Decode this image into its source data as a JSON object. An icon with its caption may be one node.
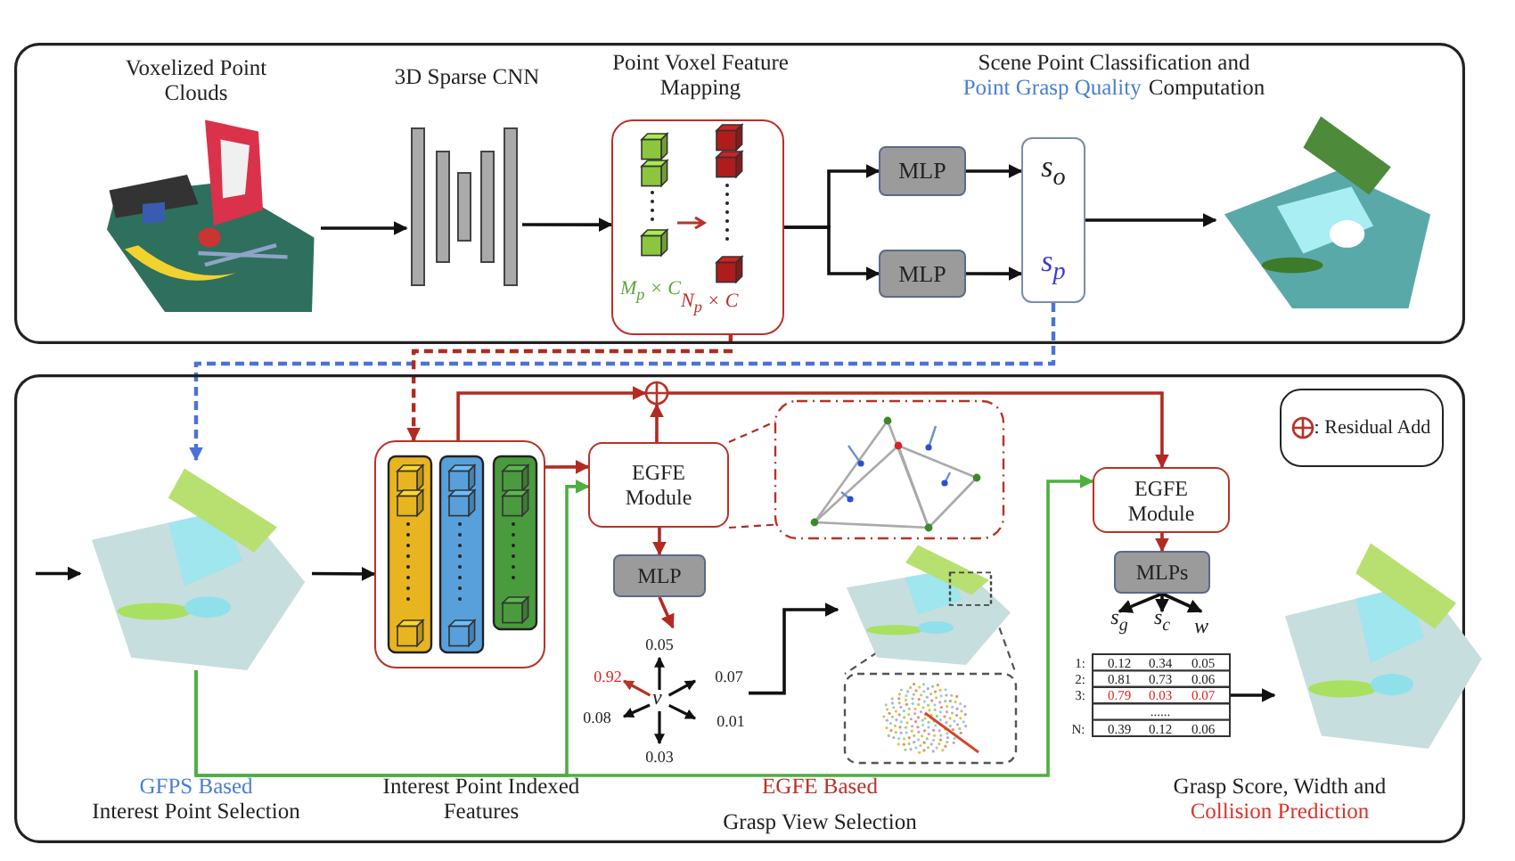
{
  "diagram": {
    "nodes": [
      {
        "text": [],
        "shape": "box"
      },
      {
        "text": [],
        "shape": "box"
      },
      {
        "text": [
          "Voxelized Point Clouds"
        ],
        "in": 0
      },
      {
        "text": [
          "3D Sparse CNN"
        ],
        "in": 0
      },
      {
        "text": [
          "Point Voxel Feature Mapping",
          "M$_{p}$ × C",
          "N$_{p}$ × C"
        ],
        "in": 0
      },
      {
        "text": [
          "MLP"
        ],
        "in": 0
      },
      {
        "text": [
          "MLP"
        ],
        "in": 0
      },
      {
        "text": [
          "s$_{o}$",
          "s$_{p}$"
        ],
        "in": 0
      },
      {
        "text": [
          "Scene Point Classification and",
          "Point Grasp Quality",
          "Computation"
        ],
        "in": 0
      },
      {
        "text": [],
        "shape": "picture",
        "beside": [
          "GFPS Based",
          "Interest Point Selection"
        ],
        "in": 1
      },
      {
        "text": [],
        "shape": "box",
        "in": 1
      },
      {
        "text": [
          "EGFE Module"
        ],
        "in": 1
      },
      {
        "text": [],
        "shape": "circle",
        "in": 1
      },
      {
        "text": [
          "MLP"
        ],
        "in": 1
      },
      {
        "text": [
          "v"
        ],
        "in": 1
      },
      {
        "text": [],
        "shape": "box",
        "in": 1
      },
      {
        "text": [],
        "shape": "picture",
        "in": 1
      },
      {
        "text": [],
        "shape": "box",
        "in": 1
      },
      {
        "text": [
          "EGFE Module"
        ],
        "in": 1
      },
      {
        "text": [
          "MLPs"
        ],
        "in": 1
      },
      {
        "text": [
          "s$_{g}$"
        ],
        "in": 1
      },
      {
        "text": [
          "s$_{c}$"
        ],
        "in": 1
      },
      {
        "text": [
          "w"
        ],
        "in": 1
      },
      {
        "text": [],
        "shape": "box",
        "in": 1
      },
      {
        "text": [],
        "shape": "picture",
        "beside": [
          "Grasp Score, Width and",
          "Collision Prediction"
        ],
        "in": 1
      }
    ],
    "edges": [
      {
        "from": 2,
        "to": 3,
        "arrow": "to"
      },
      {
        "from": 3,
        "to": 4,
        "arrow": "to"
      },
      {
        "from": 4,
        "to": 5,
        "arrow": "to"
      },
      {
        "from": 4,
        "to": 6,
        "arrow": "to"
      },
      {
        "from": 5,
        "to": 7,
        "arrow": "to"
      },
      {
        "from": 6,
        "to": 7,
        "arrow": "to"
      },
      {
        "from": 7,
        "to": 8,
        "arrow": "to"
      },
      {
        "from": 7,
        "to": 9,
        "arrow": "to",
        "style": "dashed",
        "color": "#4a72d8"
      },
      {
        "from": 4,
        "to": 10,
        "arrow": "to",
        "style": "dashed",
        "color": "#b22a22"
      },
      {
        "from": null,
        "to": 9,
        "arrow": "to"
      },
      {
        "from": 9,
        "to": 10,
        "arrow": "to"
      },
      {
        "from": 10,
        "to": 11,
        "arrow": "to",
        "color": "#b22a22"
      },
      {
        "from": 10,
        "to": 12,
        "arrow": "to",
        "color": "#b22a22"
      },
      {
        "from": 11,
        "to": 12,
        "arrow": "to",
        "color": "#b22a22"
      },
      {
        "from": 12,
        "to": 18,
        "arrow": "to",
        "color": "#b22a22"
      },
      {
        "from": 11,
        "to": 13,
        "arrow": "to",
        "color": "#b22a22"
      },
      {
        "from": 13,
        "to": 14,
        "arrow": "to",
        "color": "#b22a22"
      },
      {
        "from": 9,
        "to": 11,
        "arrow": "to",
        "color": "#4caf3e"
      },
      {
        "from": 9,
        "to": 18,
        "arrow": "to",
        "color": "#4caf3e"
      },
      {
        "from": 14,
        "to": 16,
        "arrow": "to"
      },
      {
        "from": 11,
        "to": 15,
        "arrow": "none",
        "style": "dashed",
        "color": "#b22a22"
      },
      {
        "from": 11,
        "to": 15,
        "arrow": "none",
        "style": "dashed",
        "color": "#b22a22"
      },
      {
        "from": 16,
        "to": 17,
        "arrow": "none",
        "style": "dashed",
        "color": "#555555"
      },
      {
        "from": 16,
        "to": 17,
        "arrow": "none",
        "style": "dashed",
        "color": "#555555"
      },
      {
        "from": 18,
        "to": 19,
        "arrow": "to",
        "color": "#b22a22"
      },
      {
        "from": 19,
        "to": 20,
        "arrow": "to"
      },
      {
        "from": 19,
        "to": 21,
        "arrow": "to"
      },
      {
        "from": 19,
        "to": 22,
        "arrow": "to"
      },
      {
        "from": 23,
        "to": 24,
        "arrow": "to"
      }
    ],
    "labels": [
      "0.05",
      "0.92",
      "0.07",
      "0.08",
      "0.01",
      "0.03",
      "Interest Point Indexed Features",
      "EGFE Based",
      "Grasp View Selection",
      "1:",
      "0.12",
      "0.34",
      "0.05",
      "2:",
      "0.81",
      "0.73",
      "0.06",
      "3:",
      "0.79",
      "0.03",
      "0.07",
      "......",
      "N:",
      "0.39",
      "0.12",
      "0.06"
    ],
    "legend": [
      {
        "text": ": Residual Add"
      }
    ]
  }
}
